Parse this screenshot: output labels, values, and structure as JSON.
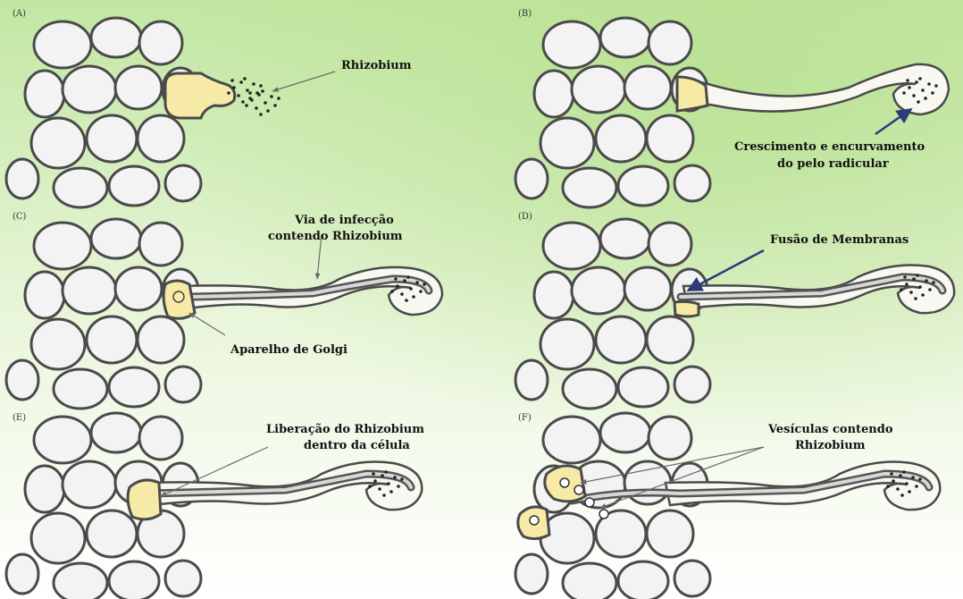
{
  "panels": [
    {
      "letter": "(A)",
      "labels": [
        "Rhizobium"
      ]
    },
    {
      "letter": "(B)",
      "labels": [
        "Crescimento e encurvamento",
        "do pelo radicular"
      ]
    },
    {
      "letter": "(C)",
      "labels": [
        "Via de infecção",
        "contendo Rhizobium",
        "Aparelho de Golgi"
      ]
    },
    {
      "letter": "(D)",
      "labels": [
        "Fusão de Membranas"
      ]
    },
    {
      "letter": "(E)",
      "labels": [
        "Liberação do Rhizobium",
        "dentro da célula"
      ]
    },
    {
      "letter": "(F)",
      "labels": [
        "Vesículas contendo",
        "Rhizobium"
      ]
    }
  ],
  "colors": {
    "background_top": "#c7e9a8",
    "background_bottom": "#ffffff",
    "cell_fill": "#f3f3f3",
    "cell_yellow": "#f6eaa6",
    "arrow_blue": "#2e3a7a"
  }
}
